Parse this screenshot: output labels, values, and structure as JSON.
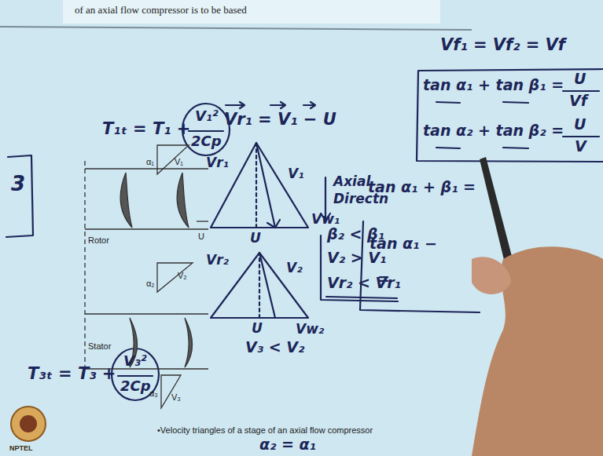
{
  "diagram": {
    "caption": "•Velocity triangles of a stage of an axial flow compressor",
    "labels": [
      "of an axial flow compressor is to be based",
      "T₁ₜ = T₁ +",
      "V₁²",
      "2Cp",
      "Vr₁ = V₁ − U",
      "Vf₁ = Vf₂ = Vf",
      "tan α₁ + tan β₁ =",
      "U",
      "Vf",
      "tan α₂ + tan β₂ =",
      "U",
      "V",
      "3",
      "Rotor",
      "Stator",
      "U",
      "α₂",
      "V₂",
      "α₃",
      "V₃",
      "α₁",
      "V₁",
      "Vr₁",
      "V₁",
      "U",
      "Vw₁",
      "Vr₂",
      "V₂",
      "U",
      "Vw₂",
      "Axial",
      "Directn",
      "tan α₁ + β₁ =",
      "β₂ < β₁",
      "V₂ > V₁",
      "Vr₂ < Vr₁",
      "tan α₁ −",
      "=",
      "V₃ < V₂",
      "T₃ₜ = T₃ +",
      "V₃²",
      "2Cp",
      "α₂ = α₁",
      "NPTEL"
    ]
  }
}
